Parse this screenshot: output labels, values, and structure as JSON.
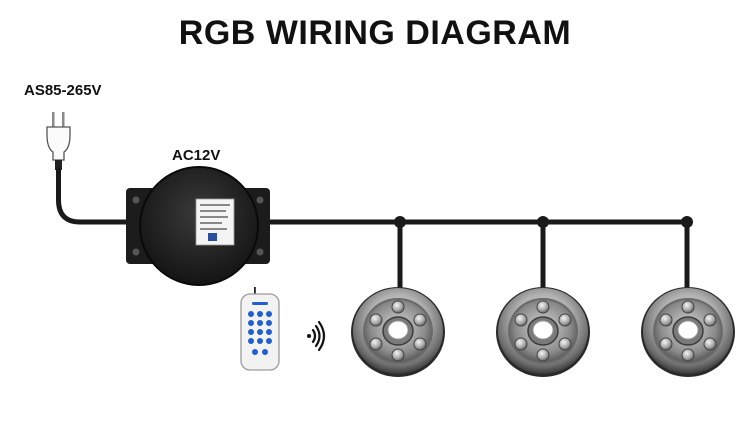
{
  "title": "RGB WIRING DIAGRAM",
  "input_voltage_label": "AS85-265V",
  "transformer_output_label": "AC12V",
  "components": {
    "plug_icon": "power-plug-icon",
    "transformer_icon": "transformer-icon",
    "remote_icon": "remote-control-icon",
    "signal_icon": "wireless-signal-icon",
    "light_icon": "ring-light-icon",
    "light_count": 3
  },
  "colors": {
    "title": "#111111",
    "cable": "#1a1a1a",
    "remote_body": "#f2f2f2",
    "remote_buttons": "#1f5fcf",
    "light_steel": "#9a9a9a"
  }
}
